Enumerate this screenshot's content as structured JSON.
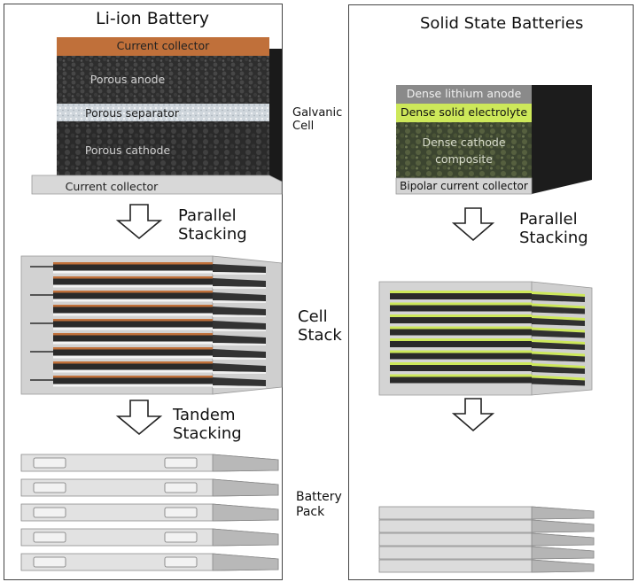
{
  "left": {
    "title": "Li-ion Battery",
    "layers": {
      "top_collector": "Current collector",
      "anode": "Porous anode",
      "separator": "Porous separator",
      "cathode": "Porous cathode",
      "bottom_collector": "Current collector"
    },
    "step1": [
      "Parallel",
      "Stacking"
    ],
    "step2": [
      "Tandem",
      "Stacking"
    ]
  },
  "middle": {
    "galvanic": [
      "Galvanic",
      "Cell"
    ],
    "cell_stack": [
      "Cell",
      "Stack"
    ],
    "battery_pack": [
      "Battery",
      "Pack"
    ]
  },
  "right": {
    "title": "Solid State Batteries",
    "layers": {
      "anode": "Dense lithium anode",
      "electrolyte": "Dense solid electrolyte",
      "cathode_line1": "Dense cathode",
      "cathode_line2": "composite",
      "collector": "Bipolar current collector"
    },
    "step1": [
      "Parallel",
      "Stacking"
    ]
  },
  "colors": {
    "copper": "#c0703a",
    "electrolyte": "#cde85a",
    "dark": "#2a2a2a",
    "light_grey": "#d4d4d4"
  }
}
